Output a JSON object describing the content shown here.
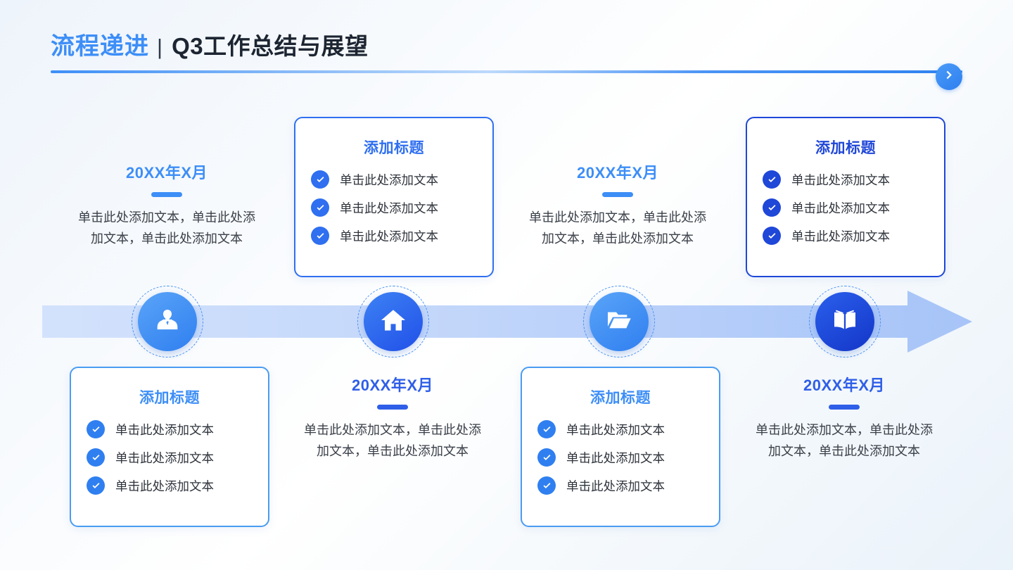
{
  "header": {
    "title_highlight": "流程递进",
    "title_separator": "|",
    "title_main": "Q3工作总结与展望",
    "next_button_icon": "chevron-right-icon",
    "accent_color": "#3d8ef7"
  },
  "timeline": {
    "arrow_color_start": "#cfe0fb",
    "arrow_color_end": "#a9c6f8",
    "nodes": [
      {
        "icon": "businessman-icon",
        "color": "#3b8df6"
      },
      {
        "icon": "home-icon",
        "color": "#2f6ff0"
      },
      {
        "icon": "folder-icon",
        "color": "#3b8df6"
      },
      {
        "icon": "book-icon",
        "color": "#1f47d8"
      }
    ]
  },
  "blocks": {
    "top": [
      {
        "style": "plain",
        "title": "20XX年X月",
        "color": "#3d8ef7",
        "body": "单击此处添加文本，单击此处添加文本，单击此处添加文本"
      },
      {
        "style": "card",
        "title": "添加标题",
        "color": "#2f6ff0",
        "items": [
          "单击此处添加文本",
          "单击此处添加文本",
          "单击此处添加文本"
        ]
      },
      {
        "style": "plain",
        "title": "20XX年X月",
        "color": "#3d8ef7",
        "body": "单击此处添加文本，单击此处添加文本，单击此处添加文本"
      },
      {
        "style": "card",
        "title": "添加标题",
        "color": "#1f47d8",
        "items": [
          "单击此处添加文本",
          "单击此处添加文本",
          "单击此处添加文本"
        ]
      }
    ],
    "bottom": [
      {
        "style": "card",
        "title": "添加标题",
        "color": "#3d8ef7",
        "items": [
          "单击此处添加文本",
          "单击此处添加文本",
          "单击此处添加文本"
        ]
      },
      {
        "style": "plain",
        "title": "20XX年X月",
        "color": "#2f5fe8",
        "body": "单击此处添加文本，单击此处添加文本，单击此处添加文本"
      },
      {
        "style": "card",
        "title": "添加标题",
        "color": "#3d8ef7",
        "items": [
          "单击此处添加文本",
          "单击此处添加文本",
          "单击此处添加文本"
        ]
      },
      {
        "style": "plain",
        "title": "20XX年X月",
        "color": "#2f5fe8",
        "body": "单击此处添加文本，单击此处添加文本，单击此处添加文本"
      }
    ]
  }
}
